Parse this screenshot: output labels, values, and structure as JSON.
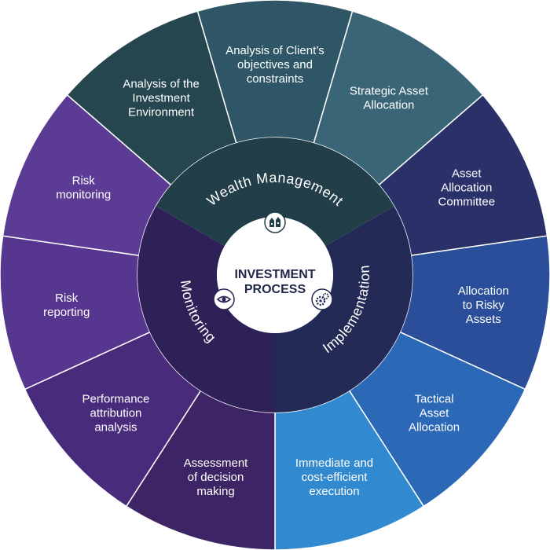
{
  "center": {
    "lines": [
      "INVESTMENT",
      "PROCESS"
    ]
  },
  "phases": [
    {
      "label": "Wealth Management",
      "icon": "buildings-icon",
      "color": "#223f49"
    },
    {
      "label": "Implementation",
      "icon": "gears-icon",
      "color": "#222a55"
    },
    {
      "label": "Monitoring",
      "icon": "eye-icon",
      "color": "#2e2158"
    }
  ],
  "segments": [
    {
      "lines": [
        "Analysis of Client’s",
        "objectives and",
        "constraints"
      ],
      "color": "#2e5666"
    },
    {
      "lines": [
        "Strategic Asset",
        "Allocation"
      ],
      "color": "#3a6577"
    },
    {
      "lines": [
        "Asset",
        "Allocation",
        "Committee"
      ],
      "color": "#2a3068"
    },
    {
      "lines": [
        "Allocation",
        "to Risky",
        "Assets"
      ],
      "color": "#2a4e9a"
    },
    {
      "lines": [
        "Tactical",
        "Asset",
        "Allocation"
      ],
      "color": "#2b68b6"
    },
    {
      "lines": [
        "Immediate and",
        "cost-efficient",
        "execution"
      ],
      "color": "#3189cf"
    },
    {
      "lines": [
        "Assessment",
        "of decision",
        "making"
      ],
      "color": "#3d2565"
    },
    {
      "lines": [
        "Performance",
        "attribution",
        "analysis"
      ],
      "color": "#482b7b"
    },
    {
      "lines": [
        "Risk",
        "reporting"
      ],
      "color": "#57368f"
    },
    {
      "lines": [
        "Risk",
        "monitoring"
      ],
      "color": "#5b3b93"
    },
    {
      "lines": [
        "Analysis of the",
        "Investment",
        "Environment"
      ],
      "color": "#26464f"
    }
  ],
  "colors": {
    "divider": "#ffffff",
    "center_fill": "#ffffff",
    "center_text": "#1f2748"
  }
}
